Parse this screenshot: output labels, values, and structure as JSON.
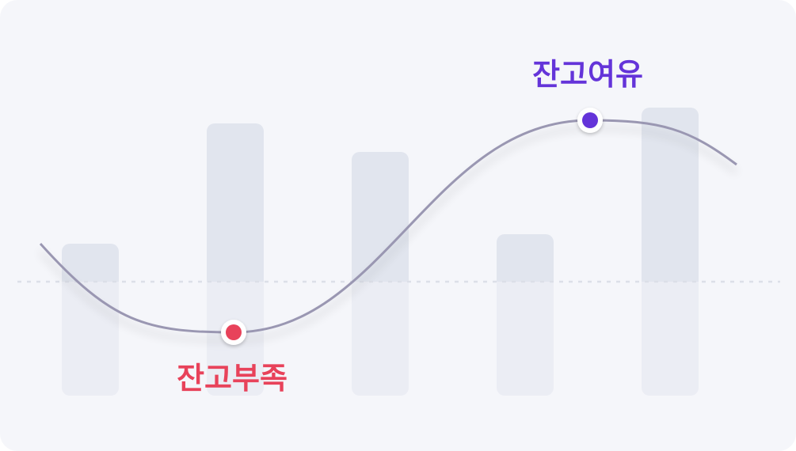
{
  "chart_data": {
    "type": "line",
    "title": "",
    "xlabel": "",
    "ylabel": "",
    "grid": false,
    "bars": {
      "values": [
        4.8,
        8.6,
        7.7,
        5.1,
        9.1
      ],
      "color": "#e1e5ee"
    },
    "baseline": {
      "style": "dashed",
      "color": "#dcdfe8"
    },
    "curve": {
      "color": "#9a97b2",
      "start": 4.8,
      "min": 2.0,
      "max": 8.7,
      "end": 7.3
    },
    "annotations": [
      {
        "text": "잔고부족",
        "point": "min",
        "color": "#e8425a"
      },
      {
        "text": "잔고여유",
        "point": "max",
        "color": "#6434d9"
      }
    ]
  }
}
